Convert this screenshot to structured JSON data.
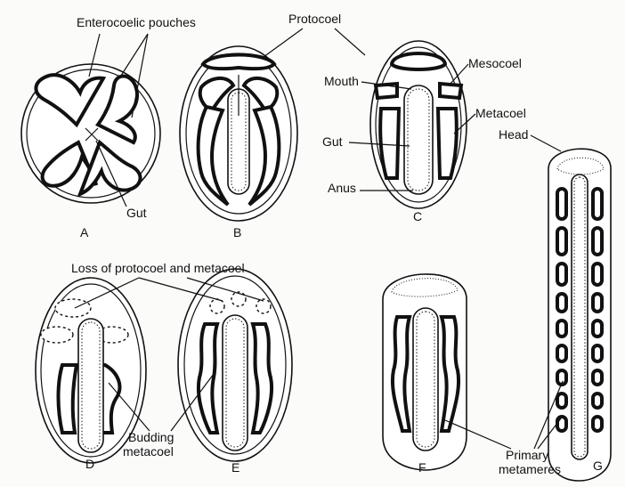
{
  "labels": {
    "enterocoelic_pouches": "Enterocoelic pouches",
    "protocoel": "Protocoel",
    "mesocoel": "Mesocoel",
    "mouth": "Mouth",
    "metacoel": "Metacoel",
    "gut_a": "Gut",
    "gut_c": "Gut",
    "anus": "Anus",
    "head": "Head",
    "loss": "Loss of protocoel and metacoel",
    "budding_1": "Budding",
    "budding_2": "metacoel",
    "primary_1": "Primary",
    "primary_2": "metameres"
  },
  "stages": [
    "A",
    "B",
    "C",
    "D",
    "E",
    "F",
    "G"
  ]
}
